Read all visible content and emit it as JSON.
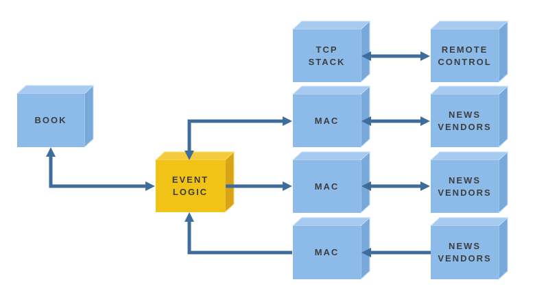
{
  "page": {
    "background": "#ffffff",
    "description": "Block architecture diagram with isometric cubes connected by arrows"
  },
  "colors": {
    "arrow": "#3E6D9C",
    "node_text": "#3D3D3D",
    "blue": {
      "top": "#A7CBF0",
      "front": "#8CBAE9",
      "side": "#79A8DB",
      "edge": "#C3DCF5"
    },
    "yellow": {
      "top": "#F4CB3D",
      "front": "#F1C317",
      "side": "#D9A313",
      "edge": "#F8DC6B"
    }
  },
  "diagram": {
    "nodes": [
      {
        "id": "book",
        "label": "BOOK",
        "color": "blue"
      },
      {
        "id": "event-logic",
        "label": "EVENT\nLOGIC",
        "color": "yellow"
      },
      {
        "id": "tcp-stack",
        "label": "TCP\nSTACK",
        "color": "blue"
      },
      {
        "id": "remote-control",
        "label": "REMOTE\nCONTROL",
        "color": "blue"
      },
      {
        "id": "mac-1",
        "label": "MAC",
        "color": "blue"
      },
      {
        "id": "news-vendors-1",
        "label": "NEWS\nVENDORS",
        "color": "blue"
      },
      {
        "id": "mac-2",
        "label": "MAC",
        "color": "blue"
      },
      {
        "id": "news-vendors-2",
        "label": "NEWS\nVENDORS",
        "color": "blue"
      },
      {
        "id": "mac-3",
        "label": "MAC",
        "color": "blue"
      },
      {
        "id": "news-vendors-3",
        "label": "NEWS\nVENDORS",
        "color": "blue"
      }
    ],
    "edges": [
      {
        "from": "tcp-stack",
        "to": "remote-control",
        "direction": "both"
      },
      {
        "from": "mac-1",
        "to": "news-vendors-1",
        "direction": "both"
      },
      {
        "from": "mac-2",
        "to": "news-vendors-2",
        "direction": "both"
      },
      {
        "from": "news-vendors-3",
        "to": "mac-3",
        "direction": "forward"
      },
      {
        "from": "event-logic",
        "to": "book",
        "direction": "both"
      },
      {
        "from": "event-logic",
        "to": "mac-1",
        "direction": "both"
      },
      {
        "from": "event-logic",
        "to": "mac-2",
        "direction": "forward"
      },
      {
        "from": "mac-3",
        "to": "event-logic",
        "direction": "forward"
      }
    ]
  }
}
